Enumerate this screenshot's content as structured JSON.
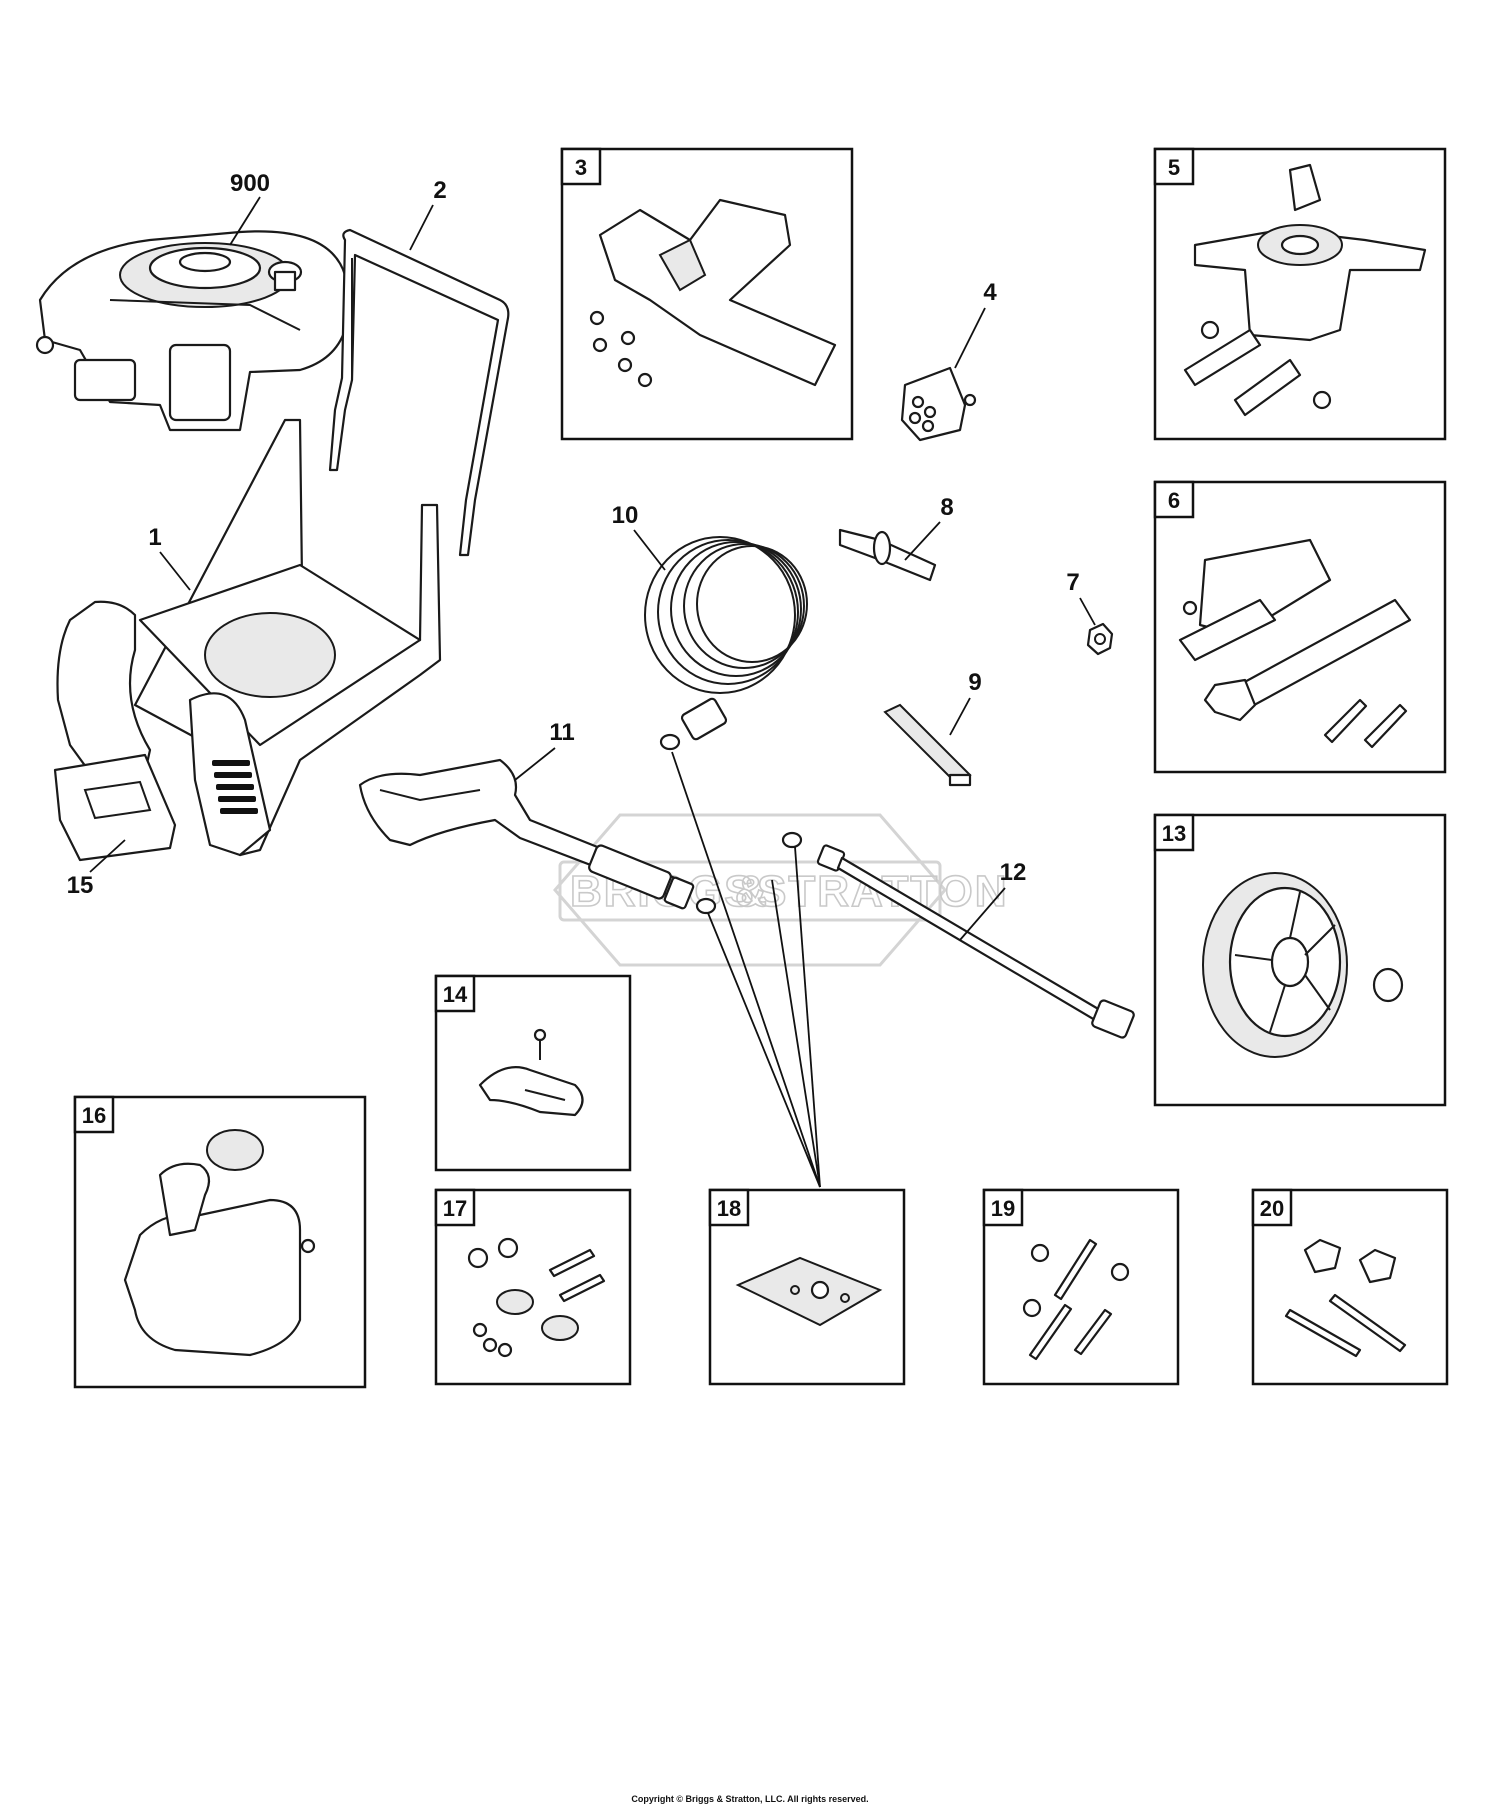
{
  "watermark": {
    "brand_left": "BRIGGS",
    "brand_amp": "&",
    "brand_right": "STRATTON"
  },
  "callouts": [
    "900",
    "2",
    "4",
    "8",
    "10",
    "7",
    "9",
    "1",
    "11",
    "12",
    "15"
  ],
  "boxes": [
    "3",
    "5",
    "6",
    "13",
    "14",
    "16",
    "17",
    "18",
    "19",
    "20"
  ],
  "footer": {
    "copyright": "Copyright © Briggs & Stratton, LLC. All rights reserved."
  }
}
